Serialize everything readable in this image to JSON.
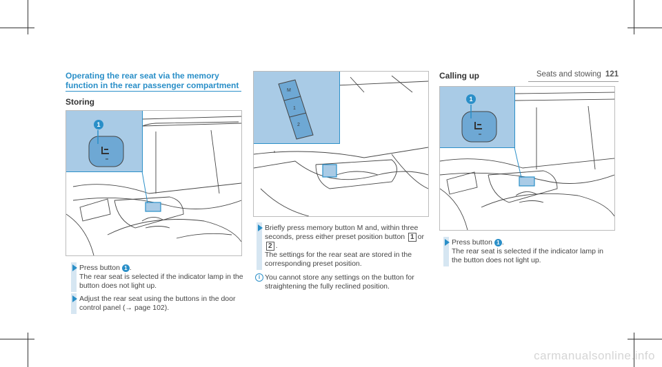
{
  "header": {
    "section": "Seats and stowing",
    "page": "121"
  },
  "section_title": "Operating the rear seat via the memory function in the rear passenger compartment",
  "storing": {
    "heading": "Storing",
    "callout_number": "1",
    "step1": {
      "before": "Press button",
      "num": "1",
      "after": ".",
      "text": "The rear seat is selected if the indicator lamp in the button does not light up."
    },
    "step2": {
      "text": "Adjust the rear seat using the buttons in the door control panel (",
      "ref": "→ page 102",
      "after": ")."
    }
  },
  "memory": {
    "panel_labels": [
      "M",
      "1",
      "2"
    ],
    "step3": {
      "text1": "Briefly press memory button M and, within three seconds, press either preset position button",
      "key1": "1",
      "or": "or",
      "key2": "2",
      "after": ".",
      "text2": "The settings for the rear seat are stored in the corresponding preset position."
    },
    "note": {
      "icon": "i",
      "text": "You cannot store any settings on the button for straightening the fully reclined position."
    }
  },
  "calling_up": {
    "heading": "Calling up",
    "callout_number": "1",
    "step": {
      "before": "Press button",
      "num": "1",
      "after": ".",
      "text": "The rear seat is selected if the indicator lamp in the button does not light up."
    }
  },
  "watermark": "carmanualsonline.info",
  "colors": {
    "accent": "#2a8fc8",
    "callout_bg": "#a9cbe6"
  }
}
